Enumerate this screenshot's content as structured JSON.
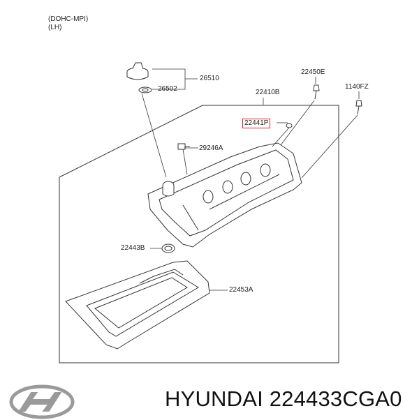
{
  "header": {
    "line1": "(DOHC-MPI)",
    "line2": "(LH)"
  },
  "parts": [
    {
      "id": "p26510",
      "label": "26510"
    },
    {
      "id": "p26502",
      "label": "26502"
    },
    {
      "id": "p22450E",
      "label": "22450E"
    },
    {
      "id": "p1140FZ",
      "label": "1140FZ"
    },
    {
      "id": "p22410B",
      "label": "22410B"
    },
    {
      "id": "p22441P",
      "label": "22441P",
      "highlighted": true
    },
    {
      "id": "p29246A",
      "label": "29246A"
    },
    {
      "id": "p22443B",
      "label": "22443B"
    },
    {
      "id": "p22453A",
      "label": "22453A"
    }
  ],
  "brand": {
    "name": "HYUNDAI",
    "part_number": "224433CGA0",
    "caption": "HYUNDAI 224433CGA0",
    "logo_icon": "hyundai-logo-icon"
  },
  "colors": {
    "highlight": "#d9211e",
    "line": "#333333"
  }
}
